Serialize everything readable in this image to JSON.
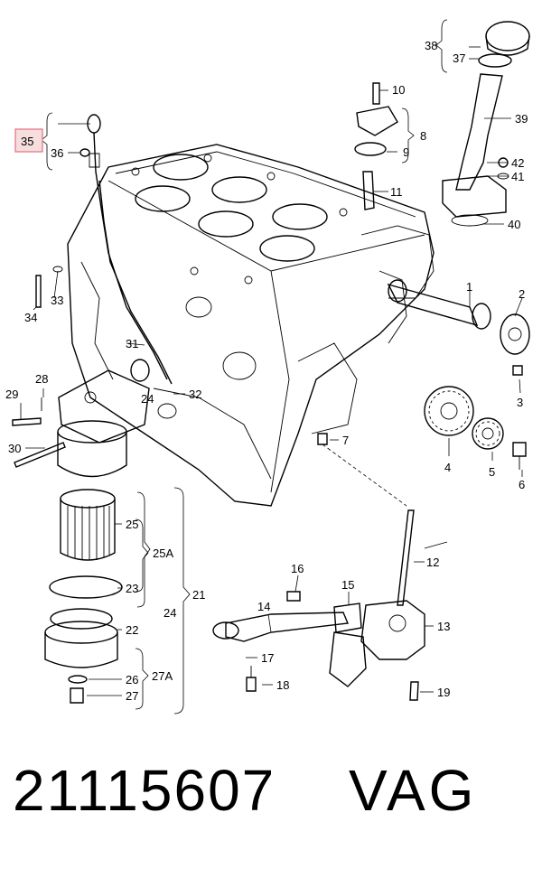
{
  "diagram": {
    "highlight_color": "#e27a84",
    "callouts": [
      {
        "id": "c1",
        "text": "1"
      },
      {
        "id": "c2",
        "text": "2"
      },
      {
        "id": "c3",
        "text": "3"
      },
      {
        "id": "c4",
        "text": "4"
      },
      {
        "id": "c5",
        "text": "5"
      },
      {
        "id": "c6",
        "text": "6"
      },
      {
        "id": "c7",
        "text": "7"
      },
      {
        "id": "c8",
        "text": "8"
      },
      {
        "id": "c9",
        "text": "9"
      },
      {
        "id": "c10",
        "text": "10"
      },
      {
        "id": "c11",
        "text": "11"
      },
      {
        "id": "c12",
        "text": "12"
      },
      {
        "id": "c13",
        "text": "13"
      },
      {
        "id": "c14",
        "text": "14"
      },
      {
        "id": "c15",
        "text": "15"
      },
      {
        "id": "c16",
        "text": "16"
      },
      {
        "id": "c17",
        "text": "17"
      },
      {
        "id": "c18",
        "text": "18"
      },
      {
        "id": "c19",
        "text": "19"
      },
      {
        "id": "c21",
        "text": "21"
      },
      {
        "id": "c22",
        "text": "22"
      },
      {
        "id": "c23",
        "text": "23"
      },
      {
        "id": "c24a",
        "text": "24"
      },
      {
        "id": "c24b",
        "text": "24"
      },
      {
        "id": "c25",
        "text": "25"
      },
      {
        "id": "c25A",
        "text": "25A"
      },
      {
        "id": "c26",
        "text": "26"
      },
      {
        "id": "c27",
        "text": "27"
      },
      {
        "id": "c27A",
        "text": "27A"
      },
      {
        "id": "c28",
        "text": "28"
      },
      {
        "id": "c29",
        "text": "29"
      },
      {
        "id": "c30",
        "text": "30"
      },
      {
        "id": "c31",
        "text": "31"
      },
      {
        "id": "c32",
        "text": "32"
      },
      {
        "id": "c33",
        "text": "33"
      },
      {
        "id": "c34",
        "text": "34"
      },
      {
        "id": "c35",
        "text": "35"
      },
      {
        "id": "c36",
        "text": "36"
      },
      {
        "id": "c37",
        "text": "37"
      },
      {
        "id": "c38",
        "text": "38"
      },
      {
        "id": "c39",
        "text": "39"
      },
      {
        "id": "c40",
        "text": "40"
      },
      {
        "id": "c41",
        "text": "41"
      },
      {
        "id": "c42",
        "text": "42"
      }
    ]
  },
  "footer": {
    "part_number": "21115607",
    "brand": "VAG"
  }
}
